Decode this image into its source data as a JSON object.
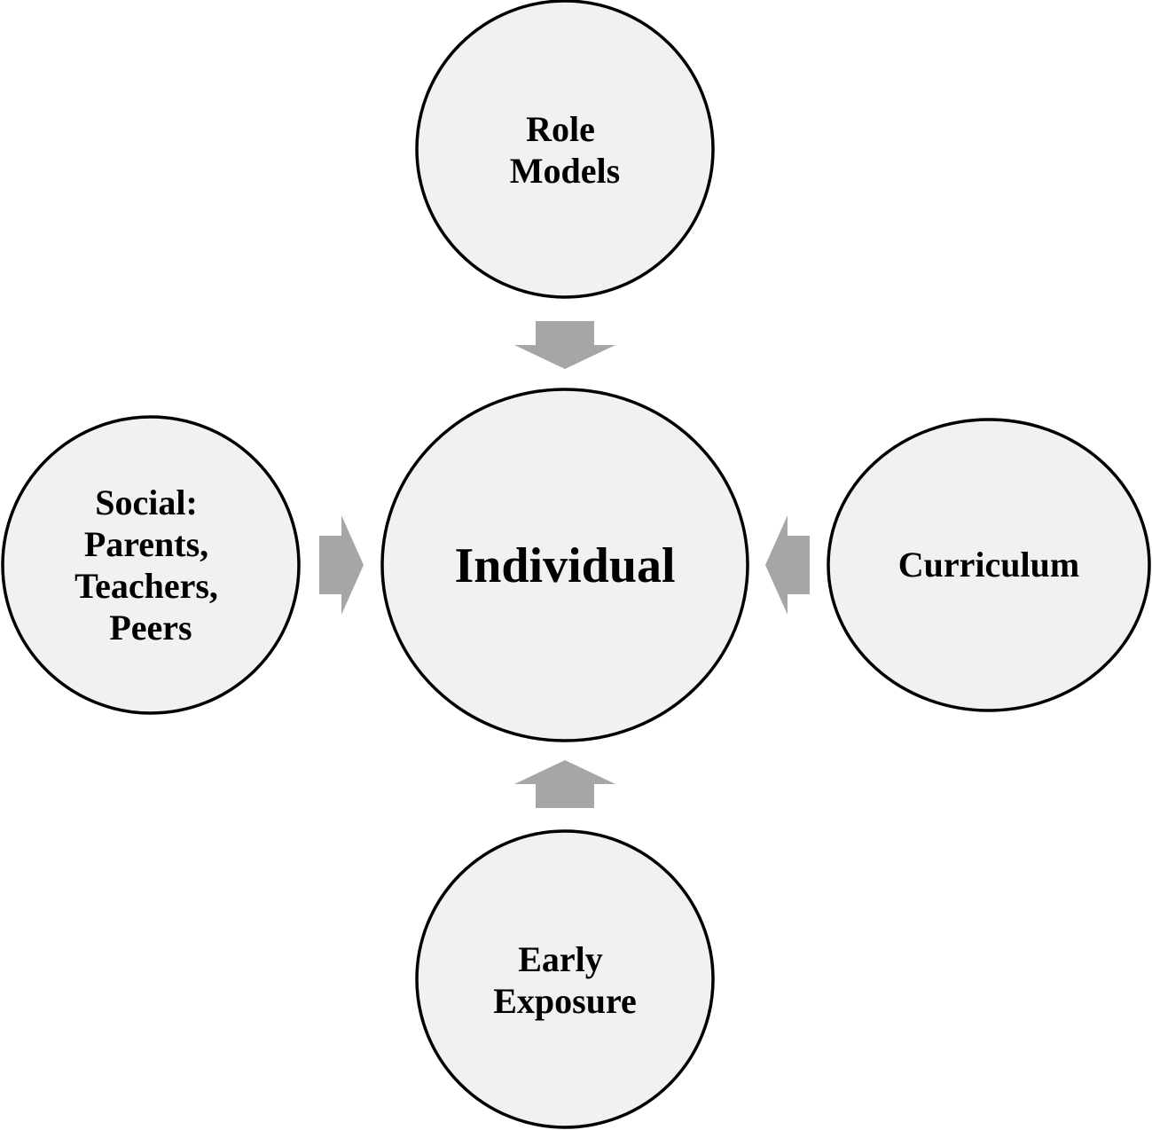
{
  "diagram": {
    "colors": {
      "node_fill": "#f1f1f1",
      "node_stroke": "#000000",
      "arrow_fill": "#a6a6a6",
      "text": "#000000"
    },
    "center": {
      "label": "Individual"
    },
    "top": {
      "lines": [
        "Role",
        "Models"
      ]
    },
    "left": {
      "lines": [
        "Social:",
        "Parents,",
        "Teachers,",
        "Peers"
      ]
    },
    "right": {
      "lines": [
        "Curriculum"
      ]
    },
    "bottom": {
      "lines": [
        "Early",
        "Exposure"
      ]
    },
    "arrows": [
      {
        "from": "top",
        "to": "center",
        "direction": "down"
      },
      {
        "from": "left",
        "to": "center",
        "direction": "right"
      },
      {
        "from": "right",
        "to": "center",
        "direction": "left"
      },
      {
        "from": "bottom",
        "to": "center",
        "direction": "up"
      }
    ]
  }
}
